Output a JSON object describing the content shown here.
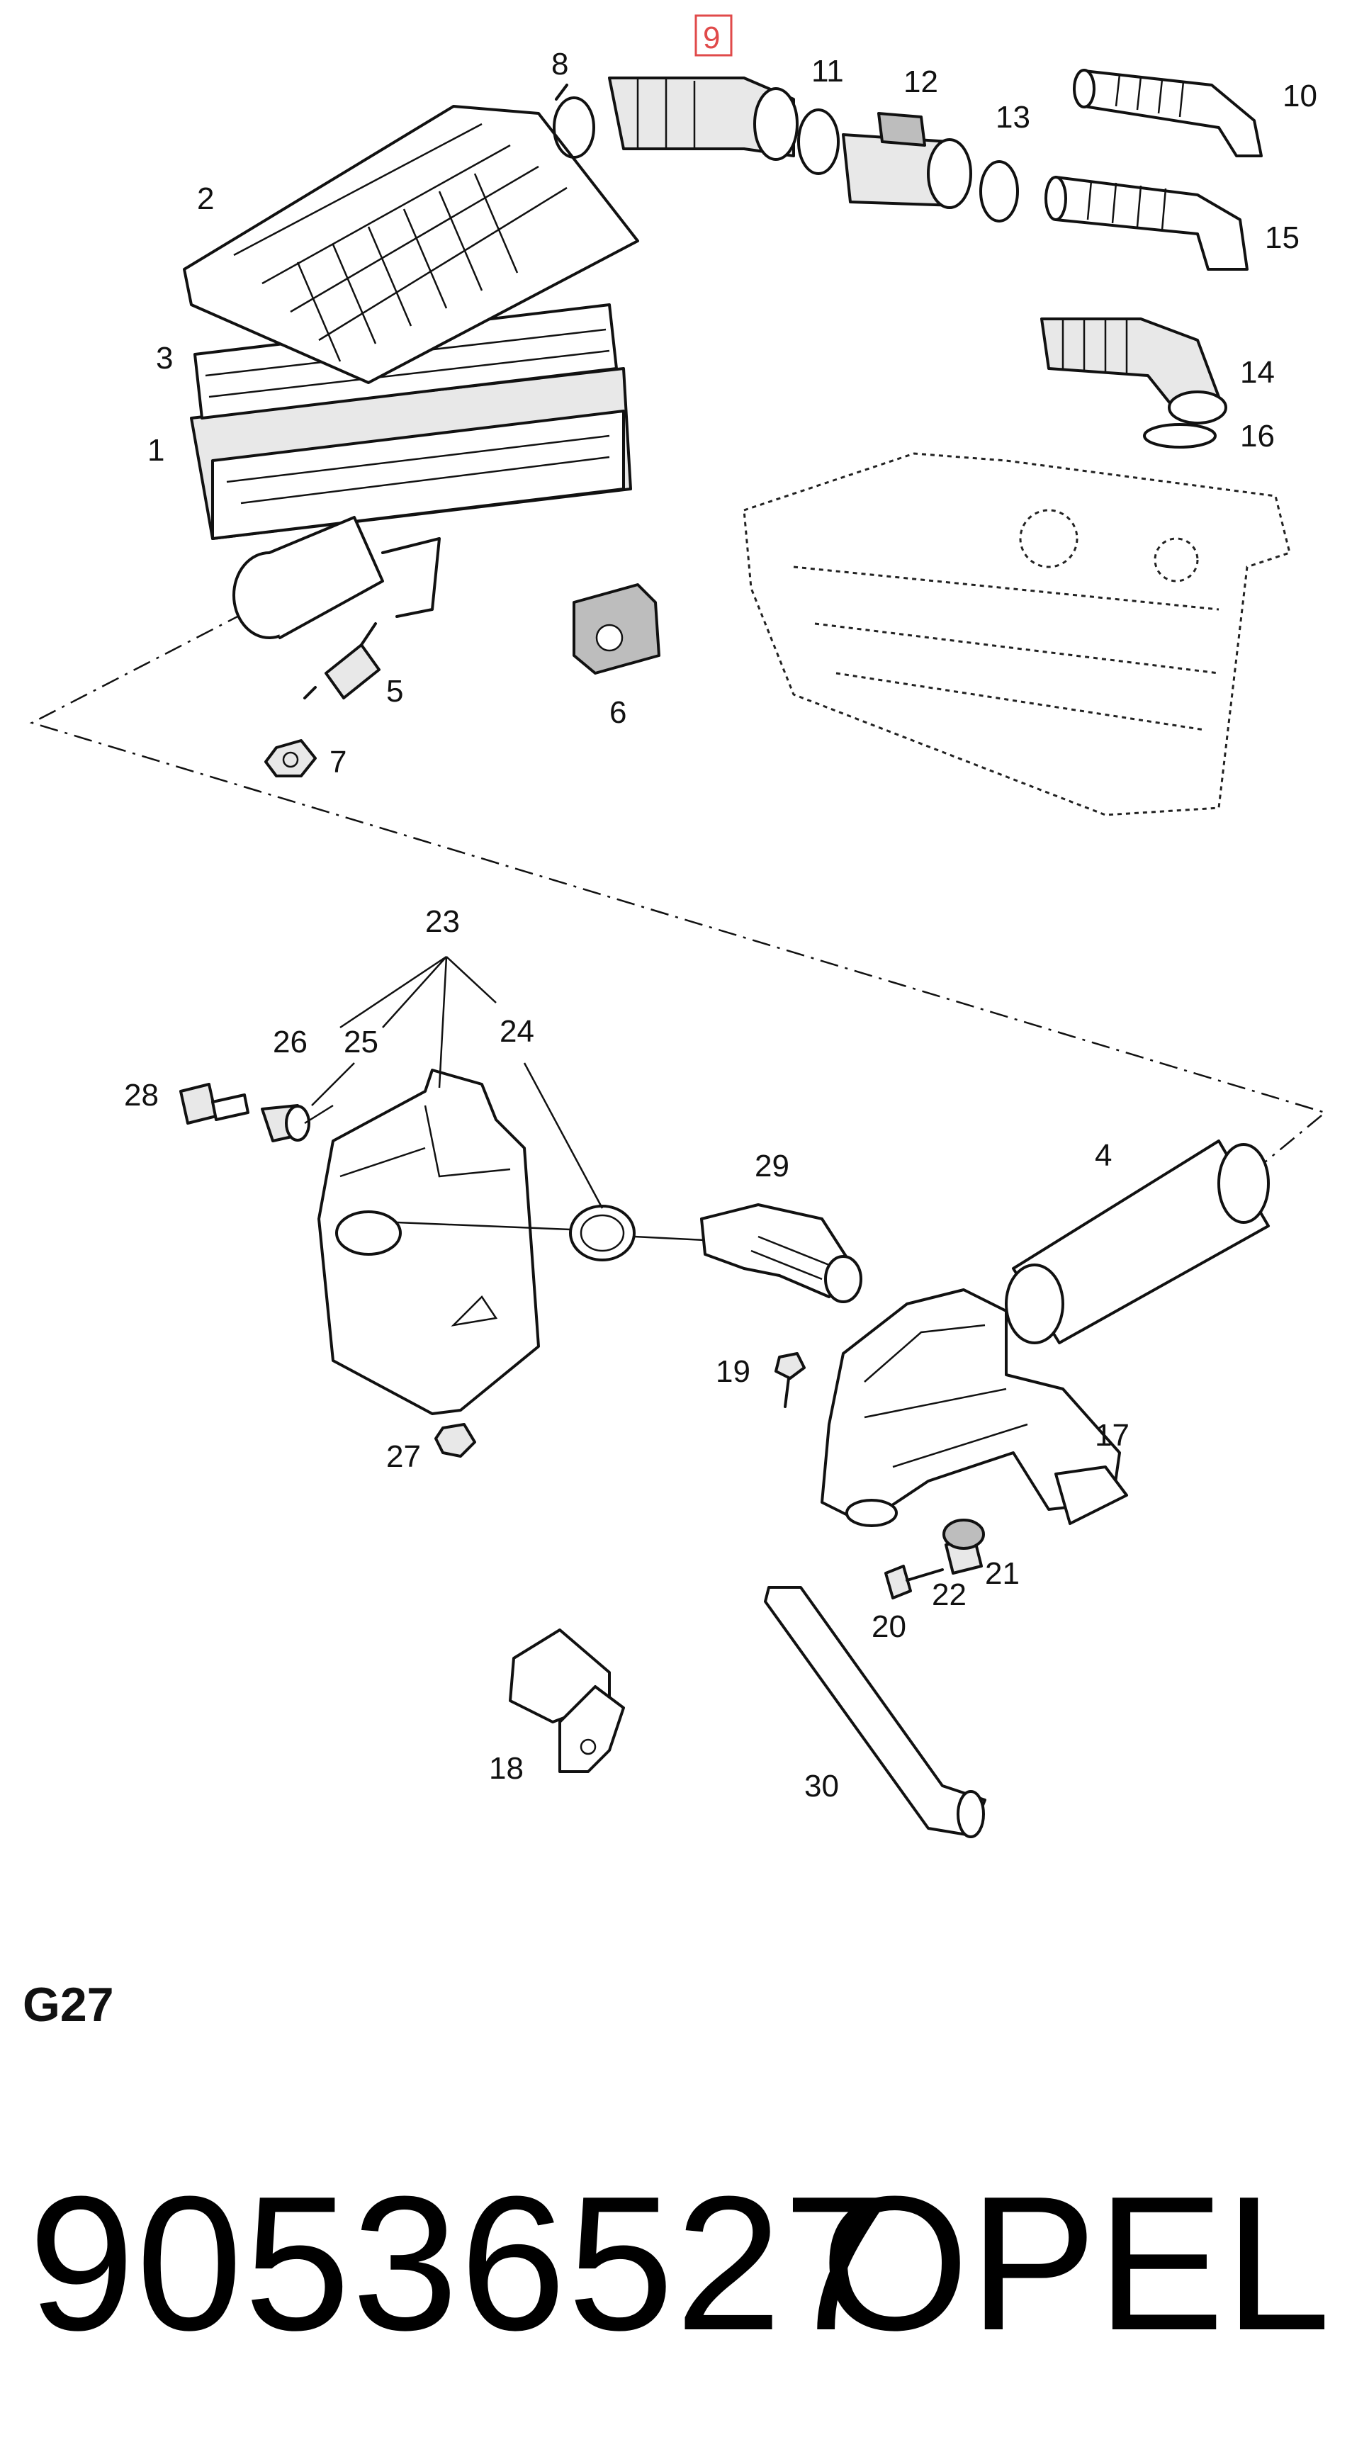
{
  "diagram": {
    "callouts": [
      {
        "id": "c1",
        "label": "1"
      },
      {
        "id": "c2",
        "label": "2"
      },
      {
        "id": "c3",
        "label": "3"
      },
      {
        "id": "c4",
        "label": "4"
      },
      {
        "id": "c5",
        "label": "5"
      },
      {
        "id": "c6",
        "label": "6"
      },
      {
        "id": "c7",
        "label": "7"
      },
      {
        "id": "c8",
        "label": "8"
      },
      {
        "id": "c9",
        "label": "9",
        "highlighted": true
      },
      {
        "id": "c10",
        "label": "10"
      },
      {
        "id": "c11",
        "label": "11"
      },
      {
        "id": "c12",
        "label": "12"
      },
      {
        "id": "c13",
        "label": "13"
      },
      {
        "id": "c14",
        "label": "14"
      },
      {
        "id": "c15",
        "label": "15"
      },
      {
        "id": "c16",
        "label": "16"
      },
      {
        "id": "c17",
        "label": "17"
      },
      {
        "id": "c18",
        "label": "18"
      },
      {
        "id": "c19",
        "label": "19"
      },
      {
        "id": "c20",
        "label": "20"
      },
      {
        "id": "c21",
        "label": "21"
      },
      {
        "id": "c22",
        "label": "22"
      },
      {
        "id": "c23",
        "label": "23"
      },
      {
        "id": "c24",
        "label": "24"
      },
      {
        "id": "c25",
        "label": "25"
      },
      {
        "id": "c26",
        "label": "26"
      },
      {
        "id": "c27",
        "label": "27"
      },
      {
        "id": "c28",
        "label": "28"
      },
      {
        "id": "c29",
        "label": "29"
      },
      {
        "id": "c30",
        "label": "30"
      }
    ],
    "highlight_color": "#e04a4a"
  },
  "grid_label": "G27",
  "part_number": "90536527",
  "brand": "OPEL"
}
